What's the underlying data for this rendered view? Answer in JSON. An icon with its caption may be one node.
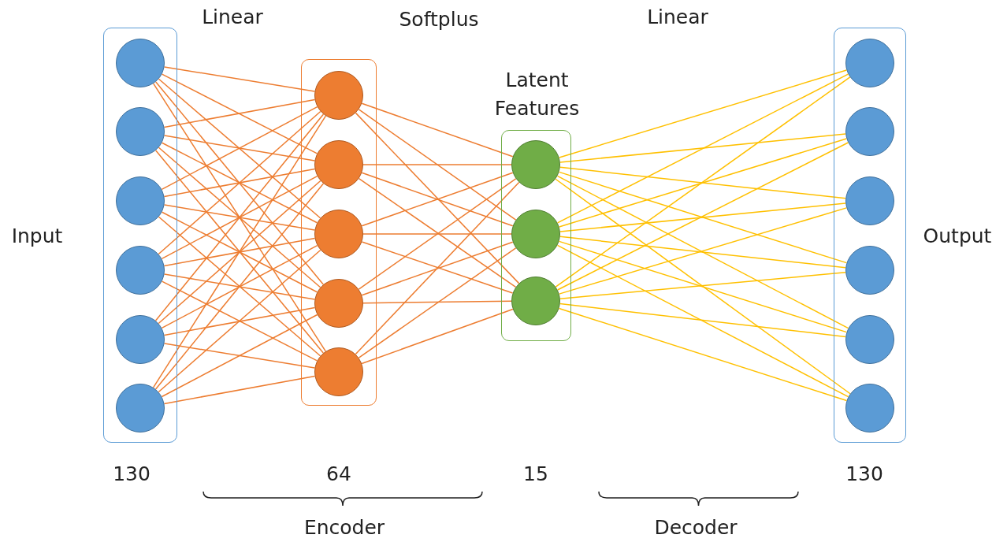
{
  "diagram": {
    "nodes": [
      {
        "text": [],
        "shape": "box",
        "beside": [
          "Input",
          "130"
        ]
      },
      {
        "text": [],
        "shape": "circle",
        "in": 0
      },
      {
        "text": [],
        "shape": "circle",
        "in": 0
      },
      {
        "text": [],
        "shape": "circle",
        "in": 0
      },
      {
        "text": [],
        "shape": "circle",
        "in": 0
      },
      {
        "text": [],
        "shape": "circle",
        "in": 0
      },
      {
        "text": [],
        "shape": "circle",
        "in": 0
      },
      {
        "text": [],
        "shape": "box",
        "beside": [
          "64"
        ]
      },
      {
        "text": [],
        "shape": "circle",
        "in": 7
      },
      {
        "text": [],
        "shape": "circle",
        "in": 7
      },
      {
        "text": [],
        "shape": "circle",
        "in": 7
      },
      {
        "text": [],
        "shape": "circle",
        "in": 7
      },
      {
        "text": [],
        "shape": "circle",
        "in": 7
      },
      {
        "text": [
          "Latent Features"
        ]
      },
      {
        "text": [],
        "shape": "circle",
        "in": 13
      },
      {
        "text": [],
        "shape": "circle",
        "in": 13
      },
      {
        "text": [],
        "shape": "circle",
        "in": 13
      },
      {
        "text": [],
        "shape": "box",
        "beside": [
          "Output",
          "130"
        ]
      },
      {
        "text": [],
        "shape": "circle",
        "in": 17
      },
      {
        "text": [],
        "shape": "circle",
        "in": 17
      },
      {
        "text": [],
        "shape": "circle",
        "in": 17
      },
      {
        "text": [],
        "shape": "circle",
        "in": 17
      },
      {
        "text": [],
        "shape": "circle",
        "in": 17
      },
      {
        "text": [],
        "shape": "circle",
        "in": 17
      }
    ],
    "edges": [
      {
        "from": 1,
        "to": 8,
        "arrow": "none"
      },
      {
        "from": 1,
        "to": 9,
        "arrow": "none"
      },
      {
        "from": 1,
        "to": 10,
        "arrow": "none"
      },
      {
        "from": 1,
        "to": 11,
        "arrow": "none"
      },
      {
        "from": 1,
        "to": 12,
        "arrow": "none"
      },
      {
        "from": 2,
        "to": 8,
        "arrow": "none"
      },
      {
        "from": 2,
        "to": 9,
        "arrow": "none"
      },
      {
        "from": 2,
        "to": 10,
        "arrow": "none"
      },
      {
        "from": 2,
        "to": 11,
        "arrow": "none"
      },
      {
        "from": 2,
        "to": 12,
        "arrow": "none"
      },
      {
        "from": 3,
        "to": 8,
        "arrow": "none"
      },
      {
        "from": 3,
        "to": 9,
        "arrow": "none"
      },
      {
        "from": 3,
        "to": 10,
        "arrow": "none"
      },
      {
        "from": 3,
        "to": 11,
        "arrow": "none"
      },
      {
        "from": 3,
        "to": 12,
        "arrow": "none"
      },
      {
        "from": 4,
        "to": 8,
        "arrow": "none"
      },
      {
        "from": 4,
        "to": 9,
        "arrow": "none"
      },
      {
        "from": 4,
        "to": 10,
        "arrow": "none"
      },
      {
        "from": 4,
        "to": 11,
        "arrow": "none"
      },
      {
        "from": 4,
        "to": 12,
        "arrow": "none"
      },
      {
        "from": 5,
        "to": 8,
        "arrow": "none"
      },
      {
        "from": 5,
        "to": 9,
        "arrow": "none"
      },
      {
        "from": 5,
        "to": 10,
        "arrow": "none"
      },
      {
        "from": 5,
        "to": 11,
        "arrow": "none"
      },
      {
        "from": 5,
        "to": 12,
        "arrow": "none"
      },
      {
        "from": 6,
        "to": 8,
        "arrow": "none"
      },
      {
        "from": 6,
        "to": 9,
        "arrow": "none"
      },
      {
        "from": 6,
        "to": 10,
        "arrow": "none"
      },
      {
        "from": 6,
        "to": 11,
        "arrow": "none"
      },
      {
        "from": 6,
        "to": 12,
        "arrow": "none"
      },
      {
        "from": 8,
        "to": 14,
        "arrow": "none"
      },
      {
        "from": 8,
        "to": 15,
        "arrow": "none"
      },
      {
        "from": 8,
        "to": 16,
        "arrow": "none"
      },
      {
        "from": 9,
        "to": 14,
        "arrow": "none"
      },
      {
        "from": 9,
        "to": 15,
        "arrow": "none"
      },
      {
        "from": 9,
        "to": 16,
        "arrow": "none"
      },
      {
        "from": 10,
        "to": 14,
        "arrow": "none"
      },
      {
        "from": 10,
        "to": 15,
        "arrow": "none"
      },
      {
        "from": 10,
        "to": 16,
        "arrow": "none"
      },
      {
        "from": 11,
        "to": 14,
        "arrow": "none"
      },
      {
        "from": 11,
        "to": 15,
        "arrow": "none"
      },
      {
        "from": 11,
        "to": 16,
        "arrow": "none"
      },
      {
        "from": 12,
        "to": 14,
        "arrow": "none"
      },
      {
        "from": 12,
        "to": 15,
        "arrow": "none"
      },
      {
        "from": 12,
        "to": 16,
        "arrow": "none"
      },
      {
        "from": 14,
        "to": 18,
        "arrow": "none",
        "color": "#ffc000"
      },
      {
        "from": 14,
        "to": 19,
        "arrow": "none",
        "color": "#ffc000"
      },
      {
        "from": 14,
        "to": 20,
        "arrow": "none",
        "color": "#ffc000"
      },
      {
        "from": 14,
        "to": 21,
        "arrow": "none",
        "color": "#ffc000"
      },
      {
        "from": 14,
        "to": 22,
        "arrow": "none",
        "color": "#ffc000"
      },
      {
        "from": 14,
        "to": 23,
        "arrow": "none",
        "color": "#ffc000"
      },
      {
        "from": 15,
        "to": 18,
        "arrow": "none",
        "color": "#ffc000"
      },
      {
        "from": 15,
        "to": 19,
        "arrow": "none",
        "color": "#ffc000"
      },
      {
        "from": 15,
        "to": 20,
        "arrow": "none",
        "color": "#ffc000"
      },
      {
        "from": 15,
        "to": 21,
        "arrow": "none",
        "color": "#ffc000"
      },
      {
        "from": 15,
        "to": 22,
        "arrow": "none",
        "color": "#ffc000"
      },
      {
        "from": 15,
        "to": 23,
        "arrow": "none",
        "color": "#ffc000"
      },
      {
        "from": 16,
        "to": 18,
        "arrow": "none",
        "color": "#ffc000"
      },
      {
        "from": 16,
        "to": 19,
        "arrow": "none",
        "color": "#ffc000"
      },
      {
        "from": 16,
        "to": 20,
        "arrow": "none",
        "color": "#ffc000"
      },
      {
        "from": 16,
        "to": 21,
        "arrow": "none",
        "color": "#ffc000"
      },
      {
        "from": 16,
        "to": 22,
        "arrow": "none",
        "color": "#ffc000"
      },
      {
        "from": 16,
        "to": 23,
        "arrow": "none",
        "color": "#ffc000"
      }
    ],
    "labels": [
      "Linear",
      "Softplus",
      "Linear",
      "15",
      "Encoder",
      "Decoder"
    ]
  }
}
